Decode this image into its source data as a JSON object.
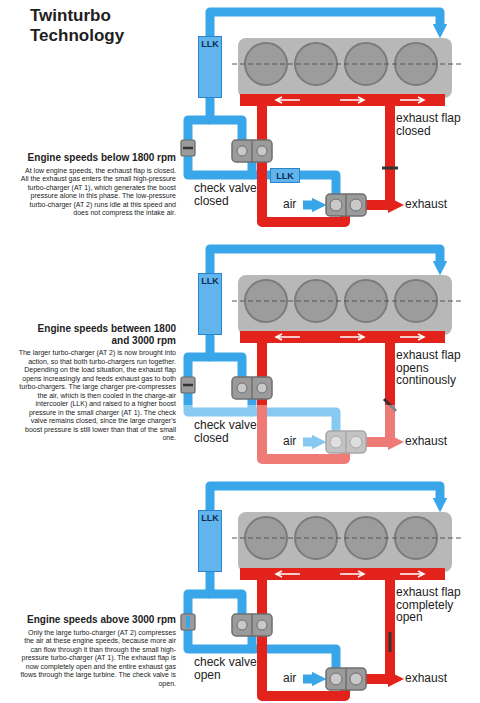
{
  "diagram": {
    "title": "Twinturbo Technology",
    "nodes": [
      {
        "text": [
          "LLK"
        ]
      },
      {
        "text": [
          "LLK"
        ]
      },
      {
        "text": [
          "LLK"
        ]
      },
      {
        "text": [
          "LLK"
        ]
      }
    ],
    "labels": [
      "Engine speeds below 1800 rpm",
      "At low engine speeds, the exhaust flap is closed. All the exhaust gas enters the small high-pressure turbo-charger (AT 1), which generates the boost pressure alone in this phase. The low-pressure turbo-charger (AT 2) runs idle at this speed and does not compress the intake air.",
      "exhaust flap closed",
      "check valve closed",
      "air",
      "exhaust",
      "Engine speeds between 1800 and 3000 rpm",
      "The larger turbo-charger (AT 2) is now brought into action, so that both turbo-chargers run together. Depending on the load situation, the exhaust flap opens increasingly and feeds exhaust gas to both turbo-chargers. The large charger pre-compresses the air, which is then cooled in the charge-air intercooler (LLK) and raised to a higher boost pressure in the small charger (AT 1). The check valve remains closed, since the large charger's boost pressure is still lower than that of the small one.",
      "exhaust flap opens continously",
      "check valve closed",
      "air",
      "exhaust",
      "Engine speeds above 3000 rpm",
      "Only the large turbo-charger (AT 2) compresses the air at these engine speeds, because more air can flow through it than through the small high-pressure turbo-charger (AT 1). The exhaust flap is now completely open and the entire exhaust gas flows through the large turbine. The check valve is open.",
      "exhaust flap completely open",
      "check valve open",
      "air",
      "exhaust"
    ]
  }
}
